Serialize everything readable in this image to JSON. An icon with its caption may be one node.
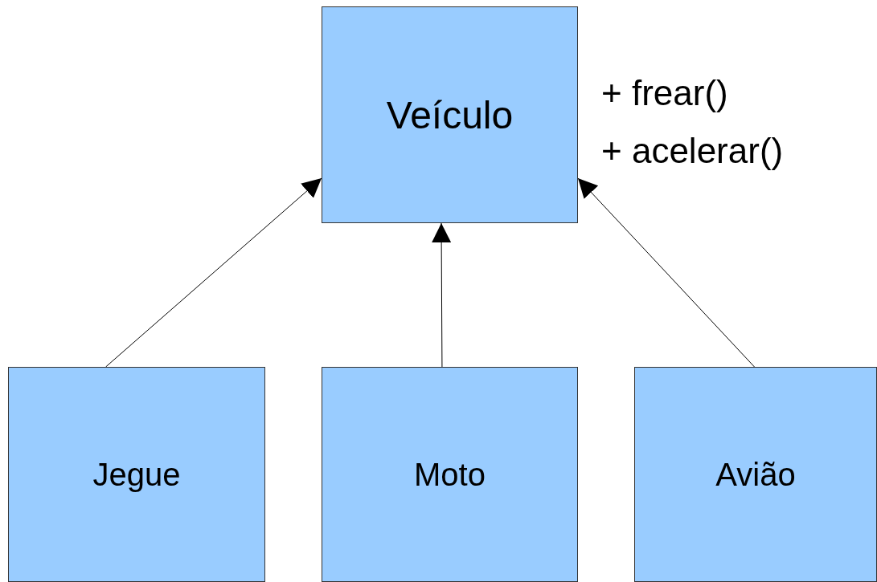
{
  "diagram": {
    "nodes": [
      {
        "text": [
          "Veículo"
        ],
        "beside": [
          "+ frear()",
          "+ acelerar()"
        ]
      },
      {
        "text": [
          "Jegue"
        ]
      },
      {
        "text": [
          "Moto"
        ]
      },
      {
        "text": [
          "Avião"
        ]
      }
    ],
    "edges": [
      {
        "from": 1,
        "to": 0,
        "arrow": "to"
      },
      {
        "from": 2,
        "to": 0,
        "arrow": "to"
      },
      {
        "from": 3,
        "to": 0,
        "arrow": "to"
      }
    ]
  }
}
